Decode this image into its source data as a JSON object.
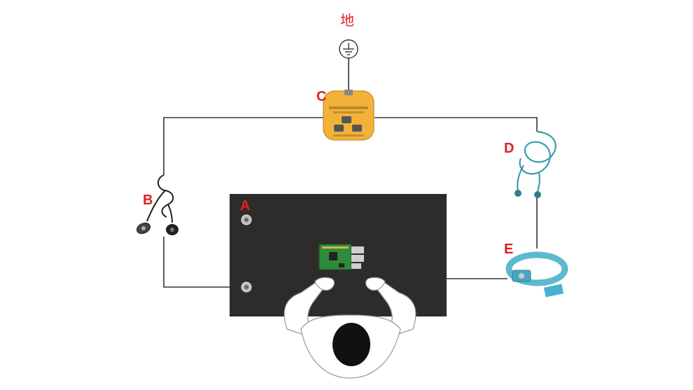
{
  "labels": {
    "ground": "地",
    "mat": "A",
    "mat_cord": "B",
    "ground_plug": "C",
    "coil_cord": "D",
    "wrist_strap": "E"
  },
  "colors": {
    "label": "#e02020",
    "mat": "#2e2c2a",
    "plug": "#f2b23a",
    "cord_teal": "#3a9db0",
    "strap": "#5db8d0",
    "board": "#2e8b3a",
    "wire": "#333333"
  },
  "icons": [
    "ground-symbol-icon",
    "ground-plug-icon",
    "grounding-cord-icon",
    "coil-cord-icon",
    "wrist-strap-icon",
    "circuit-board-icon",
    "person-icon"
  ]
}
